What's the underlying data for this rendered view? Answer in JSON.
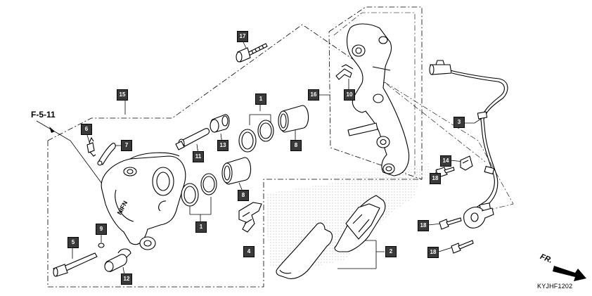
{
  "diagram": {
    "reference": "F-5-11",
    "drawing_code": "KYJHF1202",
    "direction_label": "FR.",
    "callouts": [
      "1",
      "1",
      "2",
      "3",
      "4",
      "5",
      "6",
      "7",
      "8",
      "8",
      "9",
      "10",
      "11",
      "12",
      "13",
      "14",
      "15",
      "16",
      "17",
      "18",
      "18",
      "18"
    ]
  }
}
